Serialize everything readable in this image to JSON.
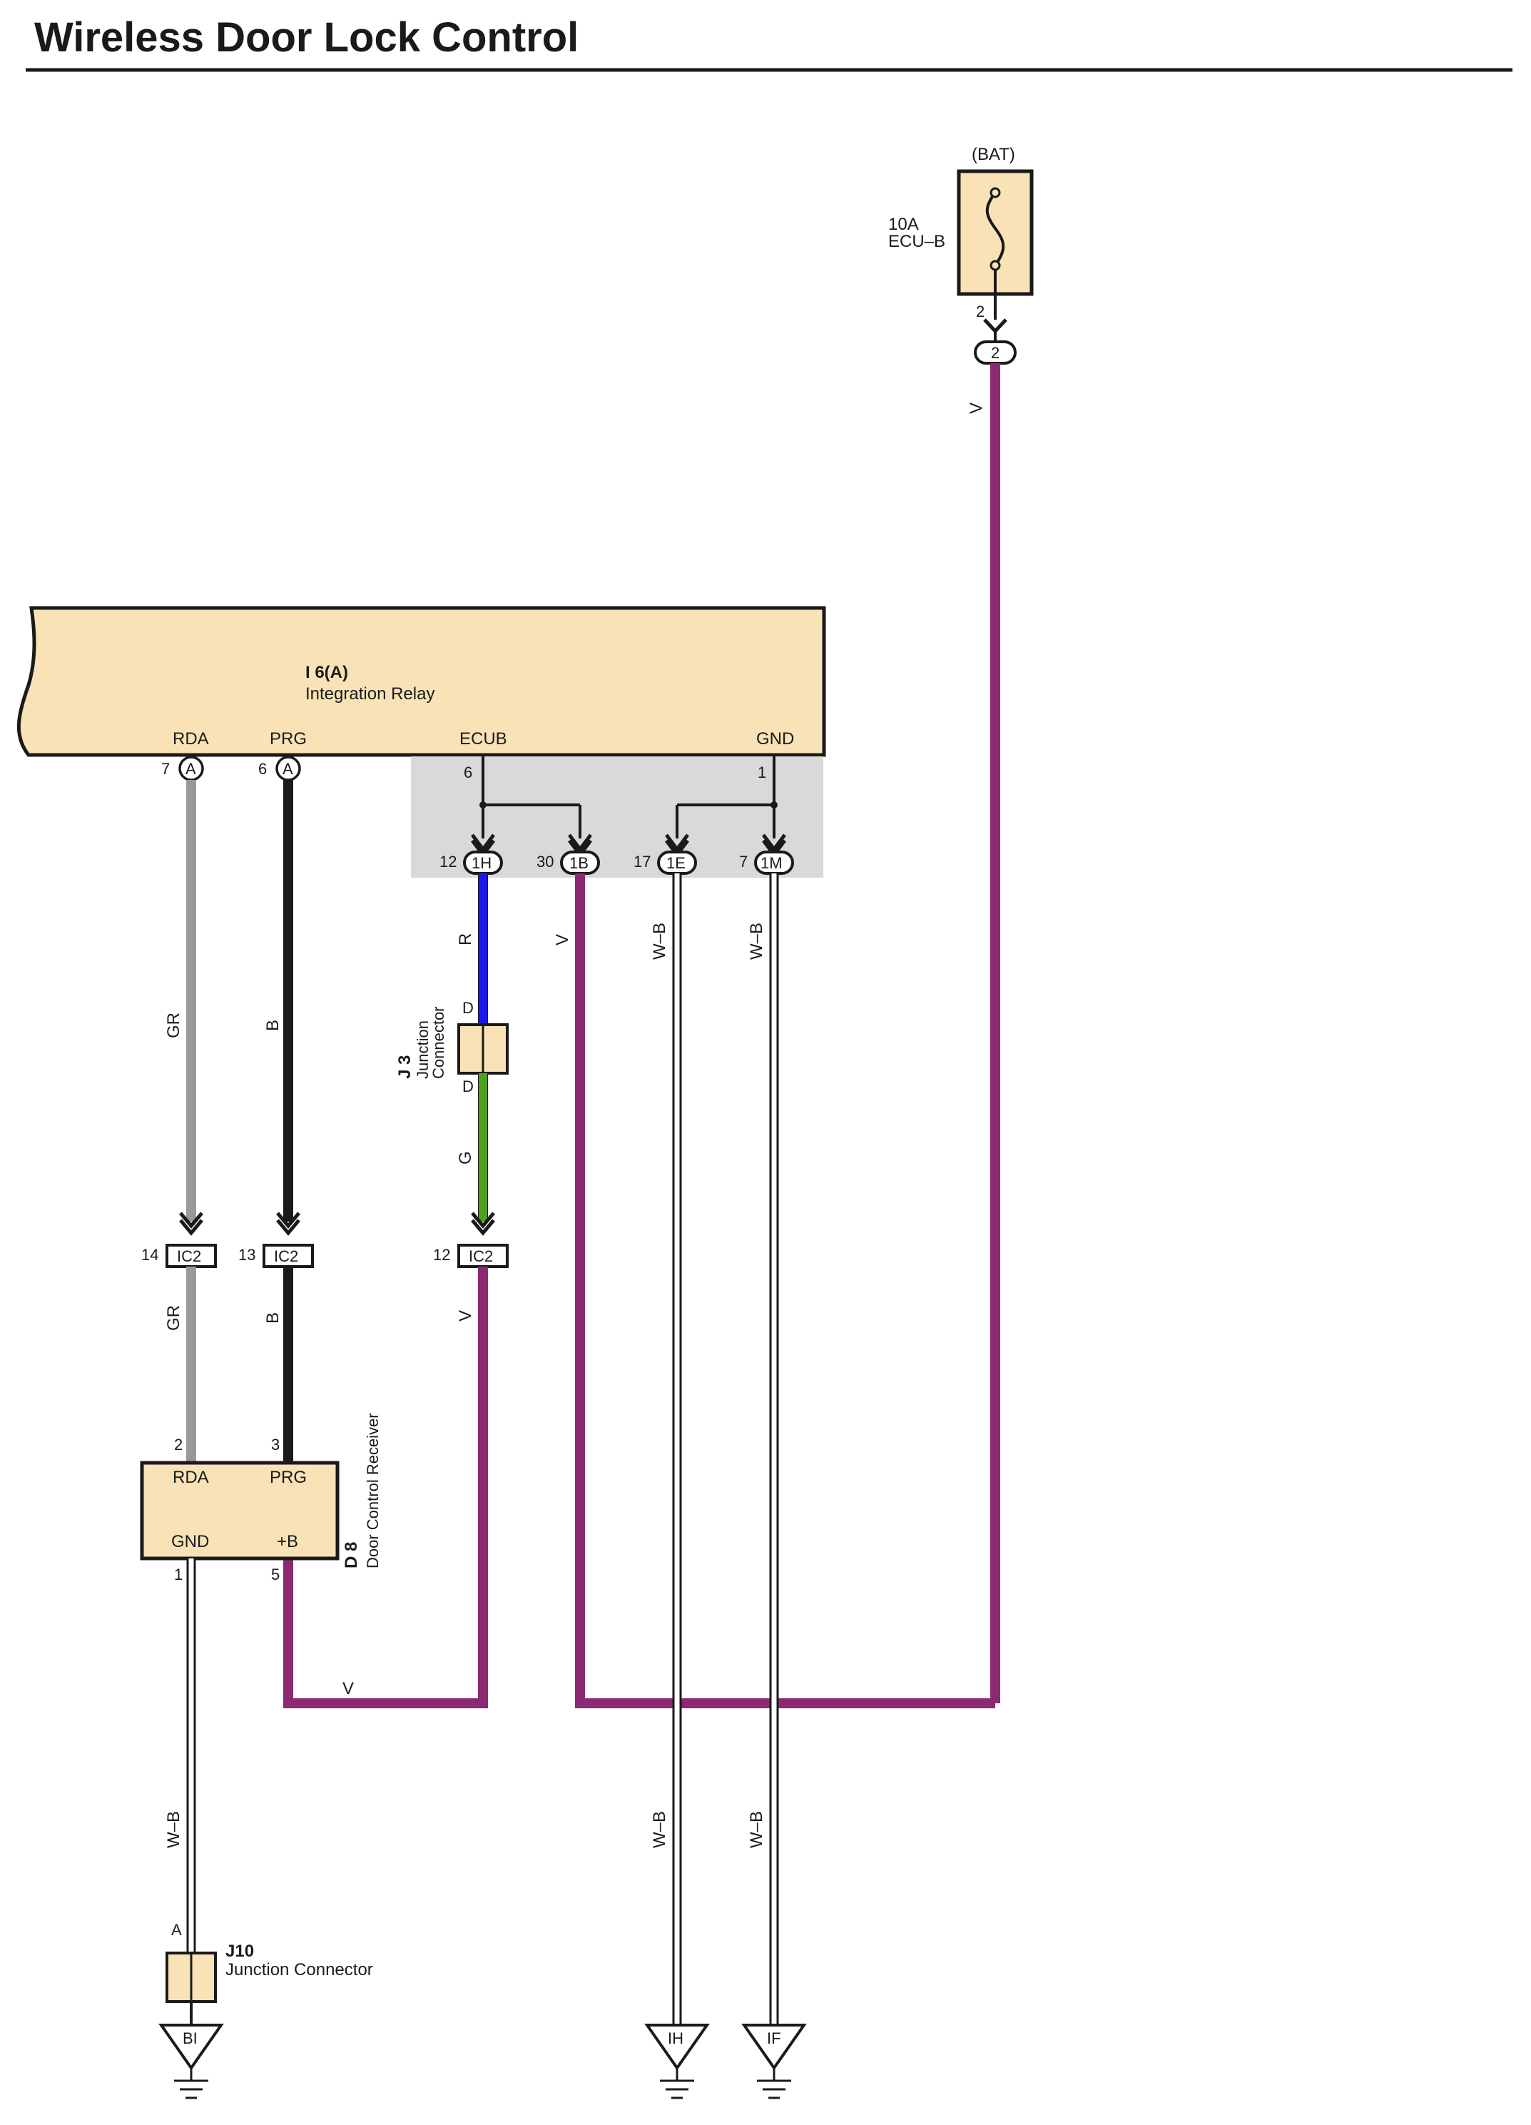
{
  "title": "Wireless Door Lock Control",
  "colors": {
    "violet": "#8b2a72",
    "gray": "#999999",
    "black": "#1a1a1a",
    "blue": "#1a1aee",
    "green": "#4ea01e",
    "component_fill": "#f9e3b6",
    "shade": "#d9d9d9"
  },
  "fuse": {
    "source": "(BAT)",
    "rating": "10A",
    "name": "ECU–B",
    "pin": "2",
    "connector": "2"
  },
  "relay": {
    "id": "I 6(A)",
    "name": "Integration Relay",
    "terminals": {
      "rda": "RDA",
      "prg": "PRG",
      "ecub": "ECUB",
      "gnd": "GND"
    },
    "pins": {
      "rda": "7",
      "prg": "6",
      "ecub": "6",
      "gnd": "1"
    },
    "connector_letter": "A"
  },
  "junction_block": [
    {
      "pin": "12",
      "label": "1H"
    },
    {
      "pin": "30",
      "label": "1B"
    },
    {
      "pin": "17",
      "label": "1E"
    },
    {
      "pin": "7",
      "label": "1M"
    }
  ],
  "j3": {
    "id": "J 3",
    "name_line1": "Junction",
    "name_line2": "Connector",
    "top_pin": "D",
    "bottom_pin": "D"
  },
  "ic2": [
    {
      "pin": "14",
      "label": "IC2"
    },
    {
      "pin": "13",
      "label": "IC2"
    },
    {
      "pin": "12",
      "label": "IC2"
    }
  ],
  "receiver": {
    "id": "D 8",
    "name": "Door Control Receiver",
    "terminals": {
      "rda": "RDA",
      "prg": "PRG",
      "gnd": "GND",
      "b": "+B"
    },
    "pins": {
      "rda": "2",
      "prg": "3",
      "gnd": "1",
      "b": "5"
    }
  },
  "j10": {
    "id": "J10",
    "name": "Junction Connector",
    "pin": "A"
  },
  "wire_colors": {
    "v": "V",
    "gr": "GR",
    "b": "B",
    "r": "R",
    "g": "G",
    "wb": "W–B"
  },
  "grounds": [
    "BI",
    "IH",
    "IF"
  ]
}
